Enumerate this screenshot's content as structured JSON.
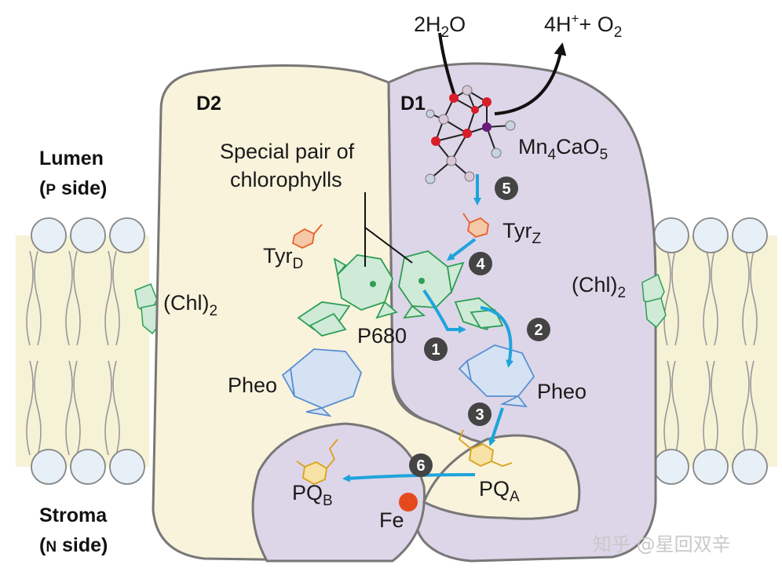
{
  "reaction": {
    "water": {
      "pre": "2H",
      "sub": "2",
      "post": "O"
    },
    "products": {
      "pre": "4H",
      "sup": "+",
      "mid": "+ O",
      "sub": "2"
    }
  },
  "subunits": {
    "d2": "D2",
    "d1": "D1"
  },
  "sides": {
    "lumen": {
      "line1": "Lumen",
      "line2_open": "(",
      "line2_cap": "P",
      "line2_rest": " side)"
    },
    "stroma": {
      "line1": "Stroma",
      "line2_open": "(",
      "line2_cap": "N",
      "line2_rest": " side)"
    }
  },
  "labels": {
    "special_pair_line1": "Special pair of",
    "special_pair_line2": "chlorophylls",
    "mn_cluster": {
      "a": "Mn",
      "a_sub": "4",
      "b": "CaO",
      "b_sub": "5"
    },
    "tyr_d": {
      "main": "Tyr",
      "sub": "D"
    },
    "tyr_z": {
      "main": "Tyr",
      "sub": "Z"
    },
    "chl2_left": {
      "main": "(Chl)",
      "sub": "2"
    },
    "chl2_right": {
      "main": "(Chl)",
      "sub": "2"
    },
    "p680": "P680",
    "pheo_left": "Pheo",
    "pheo_right": "Pheo",
    "pq_a": {
      "main": "PQ",
      "sub": "A"
    },
    "pq_b": {
      "main": "PQ",
      "sub": "B"
    },
    "fe": "Fe"
  },
  "steps": [
    "1",
    "2",
    "3",
    "4",
    "5",
    "6"
  ],
  "watermark": "知乎 @星回双辛",
  "colors": {
    "d2_fill": "#f9f3dc",
    "d1_fill": "#ddd6e8",
    "membrane": "#f6f2d6",
    "arrow_blue": "#1ea4dc",
    "step_badge": "#444444",
    "chlorophyll_green": "#2e9e56",
    "pheo_blue": "#5a8fd0",
    "tyr_orange": "#e5622d",
    "pq_yellow": "#d9a21b",
    "fe_red": "#e54a1e"
  }
}
